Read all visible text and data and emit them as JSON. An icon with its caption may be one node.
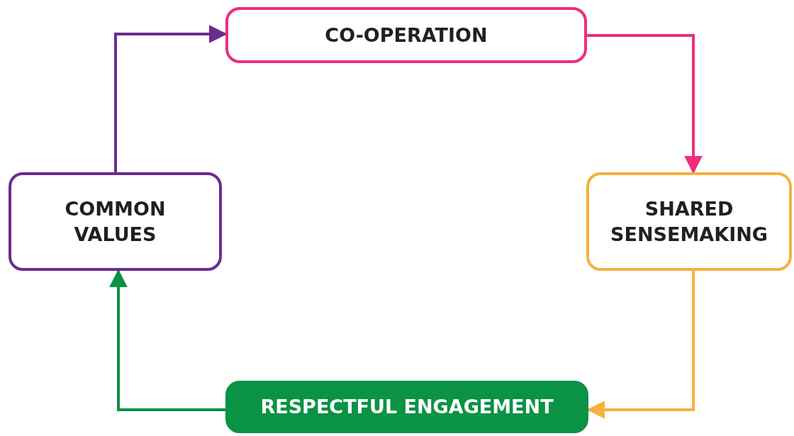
{
  "diagram": {
    "nodes": [
      {
        "text": [
          "CO-OPERATION"
        ]
      },
      {
        "text": [
          "SHARED SENSEMAKING"
        ]
      },
      {
        "text": [
          "RESPECTFUL ENGAGEMENT"
        ]
      },
      {
        "text": [
          "COMMON VALUES"
        ]
      }
    ],
    "edges": [
      {
        "from": 3,
        "to": 0,
        "arrow": "to",
        "color": "#6a2c91"
      },
      {
        "from": 0,
        "to": 1,
        "arrow": "to",
        "color": "#ec2e7d"
      },
      {
        "from": 1,
        "to": 2,
        "arrow": "to",
        "color": "#f8b03f"
      },
      {
        "from": 2,
        "to": 3,
        "arrow": "to",
        "color": "#0a9245"
      }
    ]
  }
}
